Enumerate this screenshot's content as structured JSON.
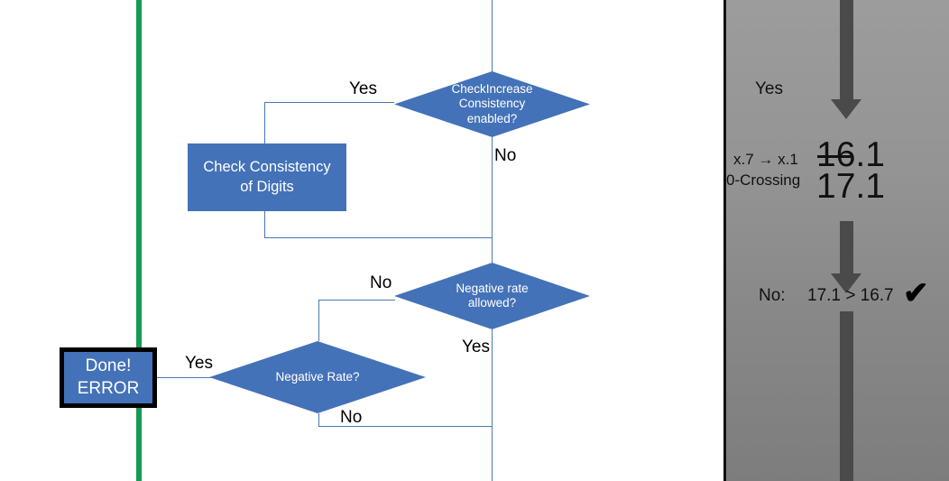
{
  "flowchart": {
    "nodes": {
      "check_increase_consistency": {
        "label": "CheckIncrease\nConsistency\nenabled?",
        "shape": "decision"
      },
      "check_consistency_of_digits": {
        "label": "Check Consistency\nof Digits",
        "shape": "process"
      },
      "negative_rate_allowed": {
        "label": "Negative rate\nallowed?",
        "shape": "decision"
      },
      "negative_rate": {
        "label": "Negative Rate?",
        "shape": "decision"
      },
      "done_error": {
        "line1": "Done!",
        "line2": "ERROR",
        "shape": "terminator"
      }
    },
    "edge_labels": {
      "check_increase_yes": "Yes",
      "check_increase_no": "No",
      "negative_rate_allowed_no": "No",
      "negative_rate_allowed_yes": "Yes",
      "negative_rate_yes": "Yes",
      "negative_rate_no": "No"
    },
    "colors": {
      "node_fill": "#4472B8",
      "connector": "#4A78B4",
      "divider": "#179A52",
      "node_text": "#FFFFFF"
    }
  },
  "right_panel": {
    "top_label": "Yes",
    "rule_label_line1": "x.7 → x.1",
    "rule_label_line2": "0-Crossing",
    "value_struck": "16.1",
    "value_result": "17.1",
    "comparison_prefix": "No:",
    "comparison": "17.1 > 16.7",
    "check_glyph": "✔",
    "colors": {
      "panel_bg": "#8F8F8F",
      "arrow": "#4A4A4A",
      "text": "#111111"
    }
  }
}
